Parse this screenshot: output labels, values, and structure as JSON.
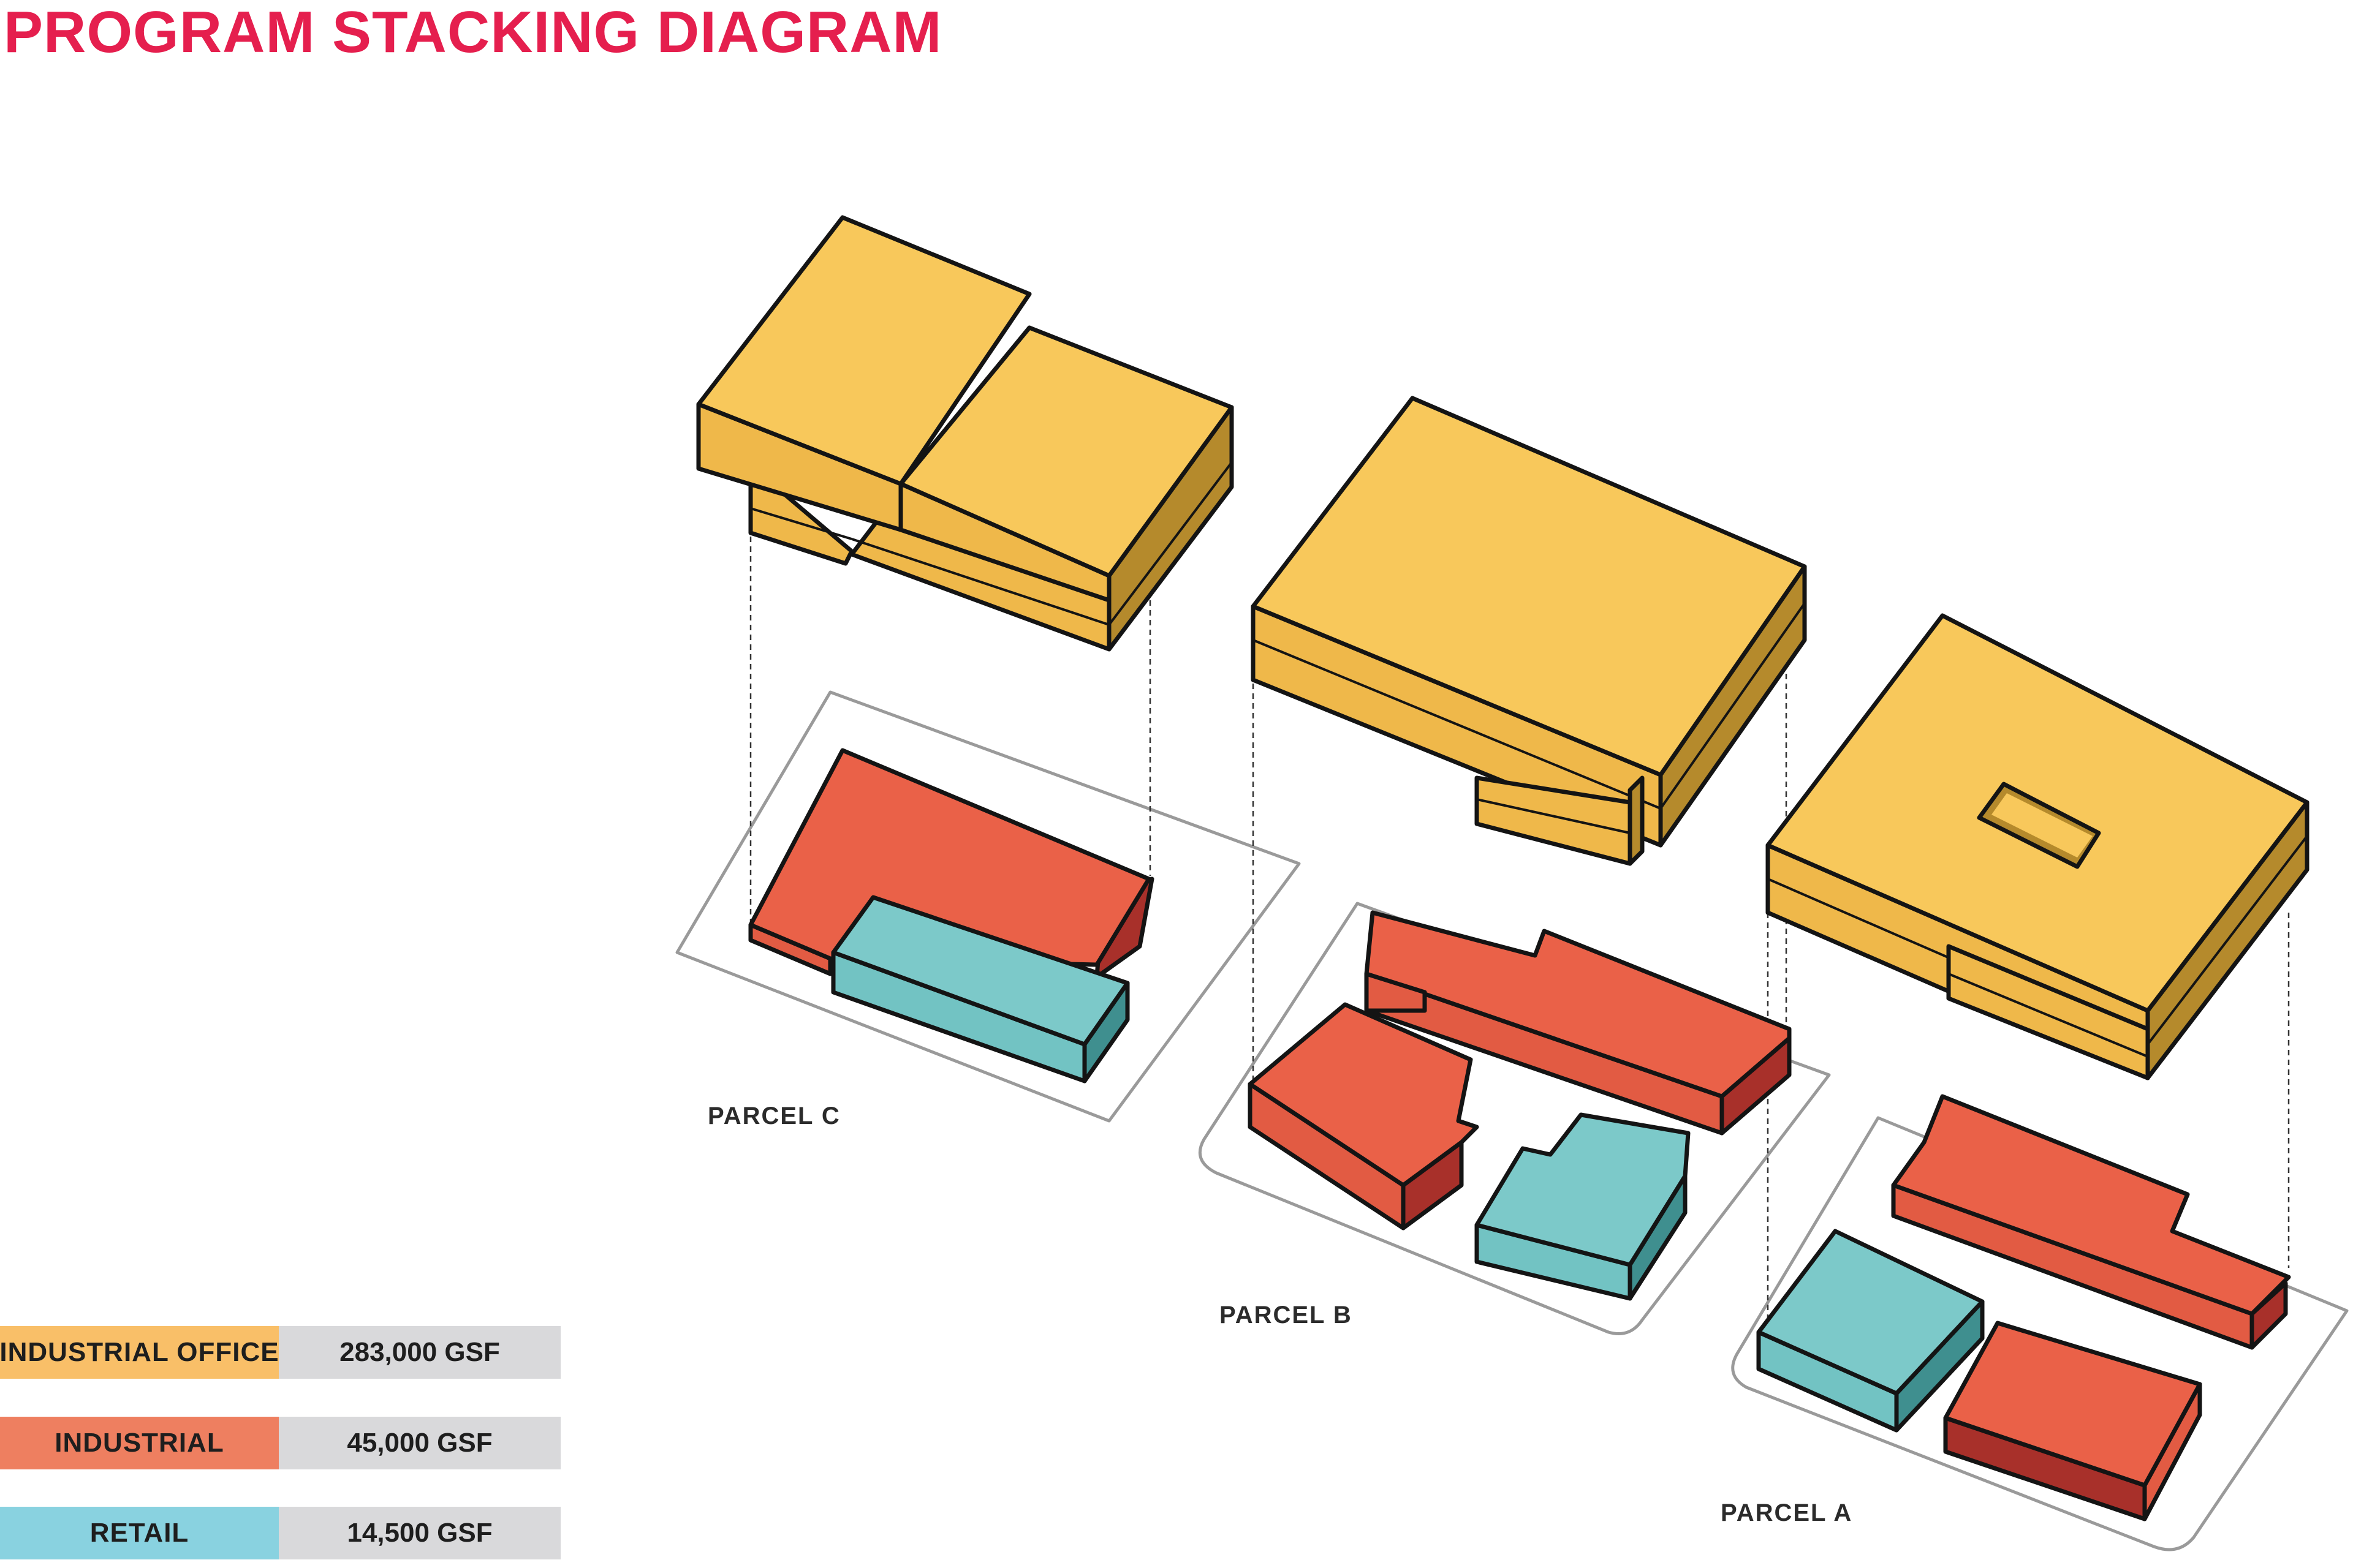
{
  "title": "PROGRAM STACKING DIAGRAM",
  "colors": {
    "title": "#e51f4e",
    "office_top": "#f8c85b",
    "office_front": "#efb84a",
    "office_side": "#b58a2c",
    "industrial_top": "#ea6148",
    "industrial_front": "#e25b43",
    "industrial_side": "#a8302a",
    "retail_top": "#7cc9c9",
    "retail_front": "#72c3c3",
    "retail_side": "#3f8f8f",
    "legend_office": "#f9bf68",
    "legend_industrial": "#ee7f60",
    "legend_retail": "#89d2e0"
  },
  "parcels": [
    {
      "label": "PARCEL C"
    },
    {
      "label": "PARCEL B"
    },
    {
      "label": "PARCEL A"
    }
  ],
  "legend": [
    {
      "name": "INDUSTRIAL OFFICE",
      "value": "283,000 GSF",
      "color_key": "legend_office"
    },
    {
      "name": "INDUSTRIAL",
      "value": "45,000 GSF",
      "color_key": "legend_industrial"
    },
    {
      "name": "RETAIL",
      "value": "14,500 GSF",
      "color_key": "legend_retail"
    }
  ]
}
